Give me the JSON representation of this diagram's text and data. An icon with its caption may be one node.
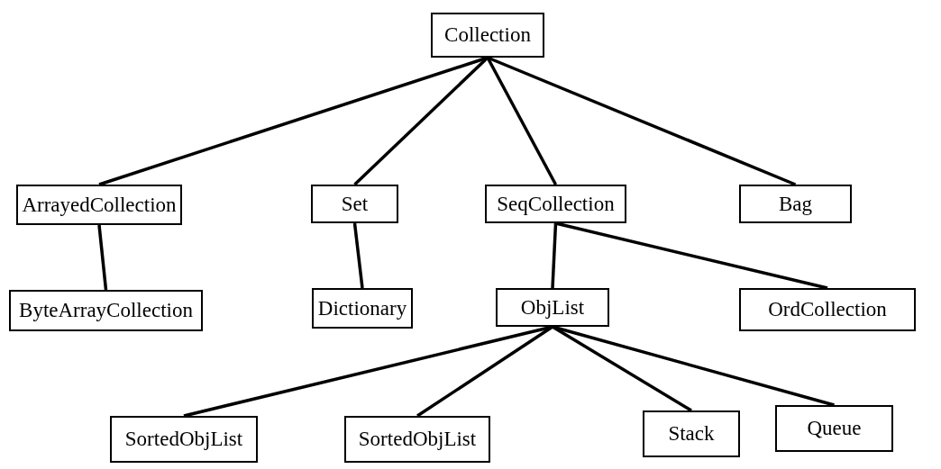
{
  "diagram": {
    "nodes": [
      {
        "text": [
          "Collection"
        ]
      },
      {
        "text": [
          "ArrayedCollection"
        ]
      },
      {
        "text": [
          "Set"
        ]
      },
      {
        "text": [
          "SeqCollection"
        ]
      },
      {
        "text": [
          "Bag"
        ]
      },
      {
        "text": [
          "ByteArrayCollection"
        ]
      },
      {
        "text": [
          "Dictionary"
        ]
      },
      {
        "text": [
          "ObjList"
        ]
      },
      {
        "text": [
          "OrdCollection"
        ]
      },
      {
        "text": [
          "SortedObjList"
        ]
      },
      {
        "text": [
          "SortedObjList"
        ]
      },
      {
        "text": [
          "Stack"
        ]
      },
      {
        "text": [
          "Queue"
        ]
      }
    ],
    "edges": [
      {
        "from": 0,
        "to": 1,
        "arrow": "none"
      },
      {
        "from": 0,
        "to": 2,
        "arrow": "none"
      },
      {
        "from": 0,
        "to": 3,
        "arrow": "none"
      },
      {
        "from": 0,
        "to": 4,
        "arrow": "none"
      },
      {
        "from": 1,
        "to": 5,
        "arrow": "none"
      },
      {
        "from": 2,
        "to": 6,
        "arrow": "none"
      },
      {
        "from": 3,
        "to": 7,
        "arrow": "none"
      },
      {
        "from": 3,
        "to": 8,
        "arrow": "none"
      },
      {
        "from": 7,
        "to": 9,
        "arrow": "none"
      },
      {
        "from": 7,
        "to": 10,
        "arrow": "none"
      },
      {
        "from": 7,
        "to": 11,
        "arrow": "none"
      },
      {
        "from": 7,
        "to": 12,
        "arrow": "none"
      }
    ]
  }
}
